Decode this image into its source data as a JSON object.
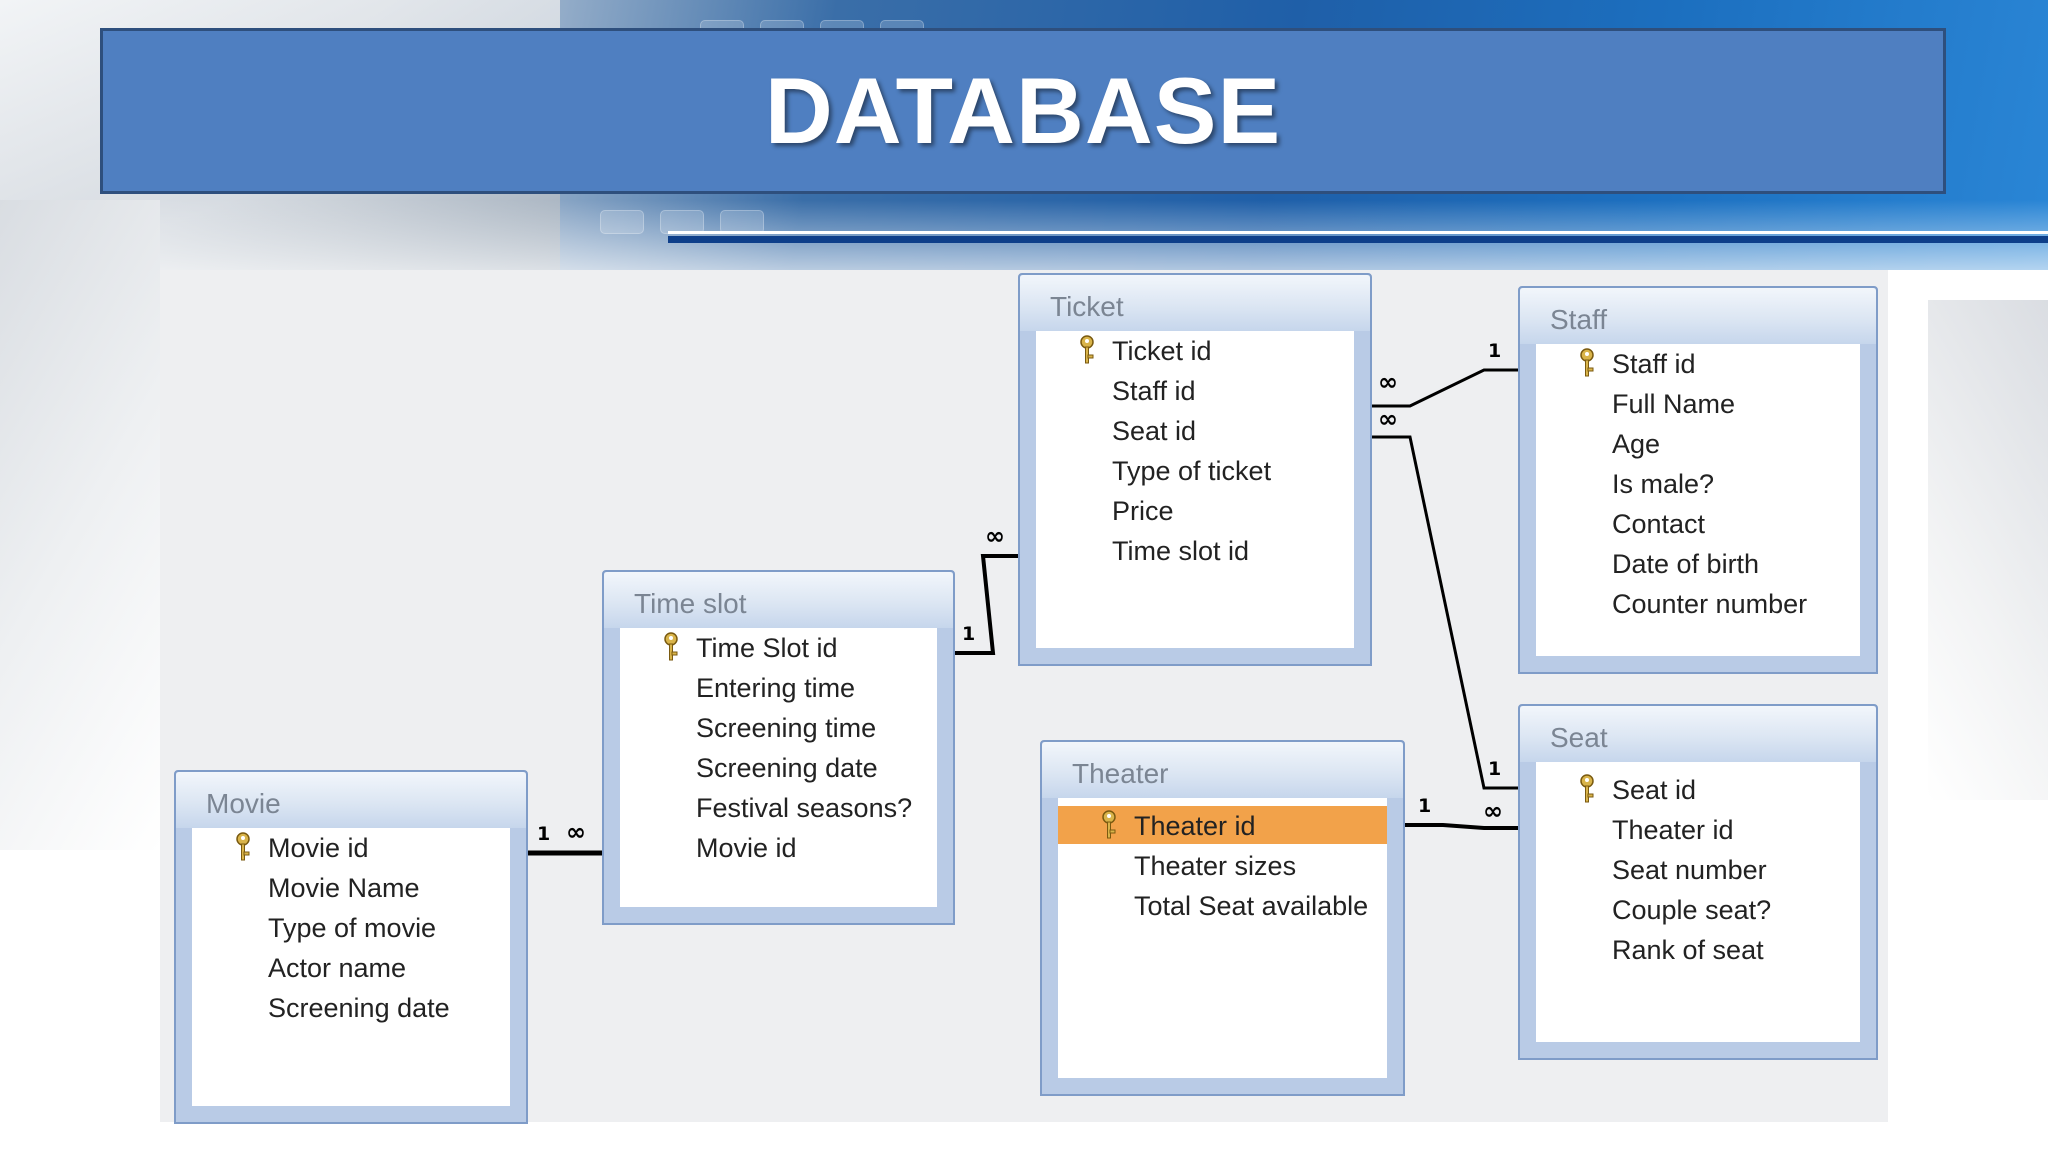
{
  "title": "DATABASE",
  "colors": {
    "banner": "#4f7fc1",
    "table_frame": "#b9cbe6",
    "selected_field": "#f2a24a",
    "key_icon": "#d9b44a"
  },
  "tables": {
    "movie": {
      "name": "Movie",
      "fields": [
        "Movie id",
        "Movie Name",
        "Type of movie",
        "Actor name",
        "Screening date"
      ],
      "primary_key": "Movie id"
    },
    "time_slot": {
      "name": "Time slot",
      "fields": [
        "Time Slot id",
        "Entering time",
        "Screening time",
        "Screening date",
        "Festival seasons?",
        "Movie id"
      ],
      "primary_key": "Time Slot id"
    },
    "ticket": {
      "name": "Ticket",
      "fields": [
        "Ticket id",
        "Staff id",
        "Seat id",
        "Type of ticket",
        "Price",
        "Time slot id"
      ],
      "primary_key": "Ticket id"
    },
    "staff": {
      "name": "Staff",
      "fields": [
        "Staff id",
        "Full Name",
        "Age",
        "Is male?",
        "Contact",
        "Date of birth",
        "Counter number"
      ],
      "primary_key": "Staff id"
    },
    "theater": {
      "name": "Theater",
      "fields": [
        "Theater id",
        "Theater sizes",
        "Total Seat available"
      ],
      "primary_key": "Theater id",
      "selected_field": "Theater id"
    },
    "seat": {
      "name": "Seat",
      "fields": [
        "Seat id",
        "Theater id",
        "Seat number",
        "Couple seat?",
        "Rank of seat"
      ],
      "primary_key": "Seat id"
    }
  },
  "relationships": [
    {
      "from": "Movie",
      "to": "Time slot",
      "one_label": "1",
      "many_label": "∞"
    },
    {
      "from": "Time slot",
      "to": "Ticket",
      "one_label": "1",
      "many_label": "∞"
    },
    {
      "from": "Staff",
      "to": "Ticket",
      "one_label": "1",
      "many_label": "∞"
    },
    {
      "from": "Seat",
      "to": "Ticket",
      "one_label": "1",
      "many_label": "∞"
    },
    {
      "from": "Theater",
      "to": "Seat",
      "one_label": "1",
      "many_label": "∞"
    }
  ]
}
